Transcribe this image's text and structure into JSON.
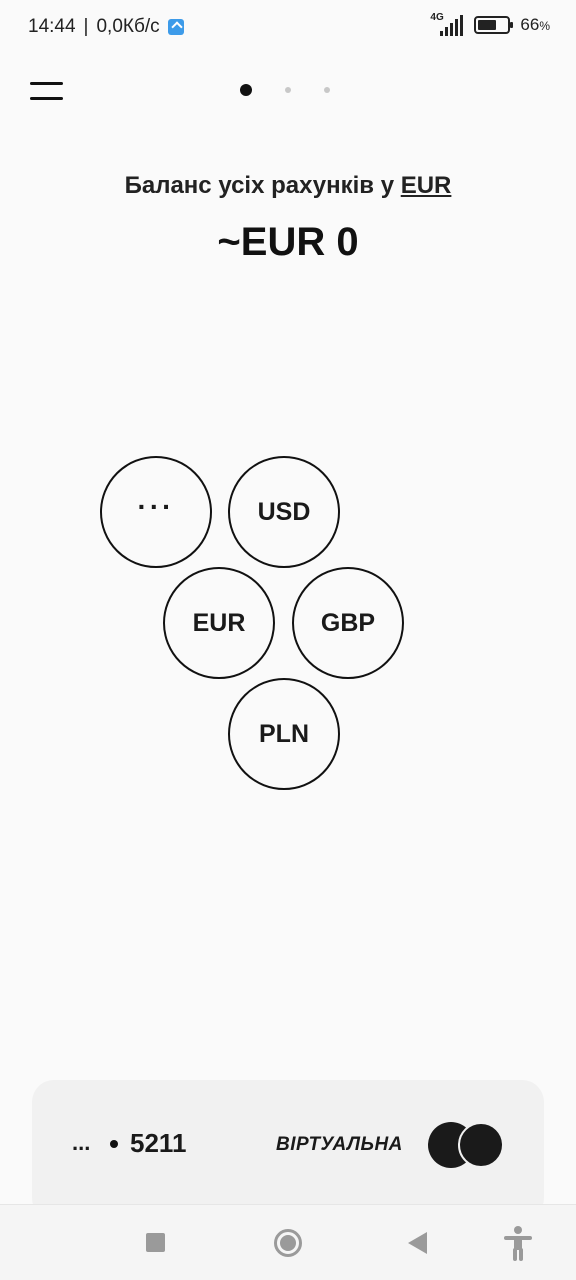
{
  "status_bar": {
    "time": "14:44",
    "speed": "0,0Кб/с",
    "network": "4G",
    "battery_percent": "66",
    "battery_unit": "%",
    "battery_level": 0.66
  },
  "header": {
    "menu_icon": "hamburger-menu-icon",
    "page_dots": {
      "count": 3,
      "active_index": 0
    }
  },
  "balance": {
    "label": "Баланс усіх рахунків у",
    "currency": "EUR",
    "amount": "~EUR 0"
  },
  "currencies": {
    "more_label": "···",
    "items": [
      "USD",
      "EUR",
      "GBP",
      "PLN"
    ]
  },
  "card": {
    "mask": "...",
    "last_digits": "5211",
    "type": "ВІРТУАЛЬНА",
    "brand_icon": "mastercard-logo-icon"
  },
  "nav": {
    "recents_icon": "square-recents-icon",
    "home_icon": "circle-home-icon",
    "back_icon": "triangle-back-icon",
    "accessibility_icon": "accessibility-icon"
  },
  "colors": {
    "background": "#fafafa",
    "text": "#111111",
    "card_panel": "#f1f1f1",
    "nav_icons": "#9a9a9a"
  }
}
